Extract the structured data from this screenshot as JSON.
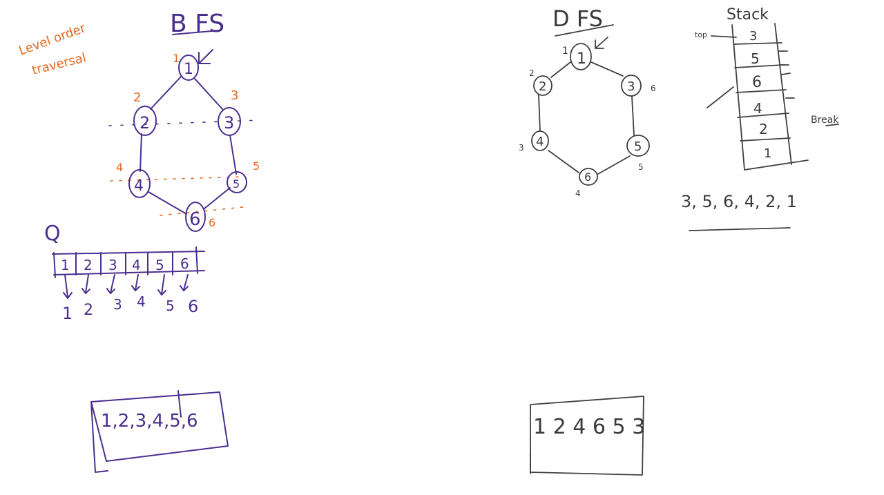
{
  "bfs": {
    "title": "B FS",
    "note_line1": "Level order",
    "note_line2": "traversal",
    "nodes": [
      {
        "label": "1",
        "level_label": "1"
      },
      {
        "label": "2",
        "level_label": "2"
      },
      {
        "label": "3",
        "level_label": "3"
      },
      {
        "label": "4",
        "level_label": "4"
      },
      {
        "label": "6",
        "level_label": "6"
      },
      {
        "label": "5",
        "level_label": "5"
      }
    ],
    "queue_label": "Q",
    "queue": [
      "1",
      "2",
      "3",
      "4",
      "5",
      "6"
    ],
    "dequeued": [
      "1",
      "2",
      "3",
      "4",
      "5",
      "6"
    ],
    "result": "1,2,3,4,5,6"
  },
  "dfs": {
    "title": "D FS",
    "nodes": [
      {
        "label": "1",
        "order_label": "1"
      },
      {
        "label": "2",
        "order_label": "2"
      },
      {
        "label": "3",
        "order_label": "6"
      },
      {
        "label": "4",
        "order_label": "3"
      },
      {
        "label": "6",
        "order_label": "4"
      },
      {
        "label": "5",
        "order_label": "5"
      }
    ],
    "stack_title": "Stack",
    "stack_top_label": "top",
    "stack": [
      "3",
      "5",
      "6",
      "4",
      "2",
      "1"
    ],
    "side_note": "Break",
    "popped": "3, 5, 6, 4, 2, 1",
    "result": "1 2 4 6 5 3"
  }
}
